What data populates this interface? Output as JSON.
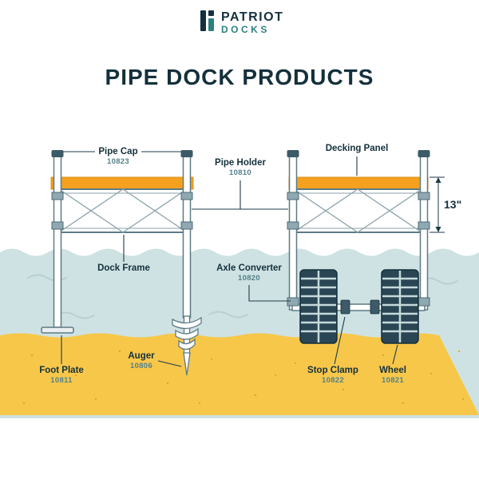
{
  "brand": {
    "name": "PATRIOT",
    "sub": "DOCKS"
  },
  "title": "PIPE DOCK PRODUCTS",
  "dimension": {
    "label": "13\""
  },
  "labels": {
    "pipe_cap": {
      "name": "Pipe Cap",
      "part": "10823"
    },
    "pipe_holder": {
      "name": "Pipe Holder",
      "part": "10810"
    },
    "decking_panel": {
      "name": "Decking Panel"
    },
    "dock_frame": {
      "name": "Dock Frame"
    },
    "axle_converter": {
      "name": "Axle Converter",
      "part": "10820"
    },
    "foot_plate": {
      "name": "Foot Plate",
      "part": "10811"
    },
    "auger": {
      "name": "Auger",
      "part": "10806"
    },
    "stop_clamp": {
      "name": "Stop Clamp",
      "part": "10822"
    },
    "wheel": {
      "name": "Wheel",
      "part": "10821"
    }
  },
  "colors": {
    "navy": "#14303c",
    "teal": "#2e7f7e",
    "water": "#cfe2e3",
    "sand": "#f7c74a",
    "deck": "#f5a11f"
  }
}
